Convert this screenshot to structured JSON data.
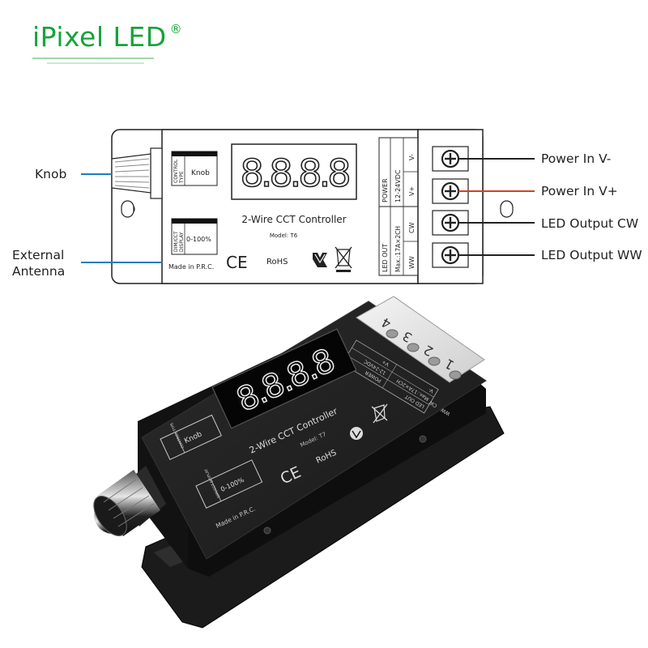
{
  "brand": {
    "name": "iPixel LED",
    "mark": "®",
    "color": "#16a33a"
  },
  "diagram": {
    "knob_label": "Knob",
    "antenna_label_line1": "External",
    "antenna_label_line2": "Antenna",
    "control_type": {
      "line1": "CONTROL",
      "line2": "TYPE",
      "value": "Knob"
    },
    "dim_cct": {
      "line1": "DIM/CCT",
      "line2": "DISPLAY",
      "value": "0-100%"
    },
    "display_digits": "8.8.8.8",
    "product_title": "2-Wire CCT Controller",
    "model": "Model: T6",
    "ce": "CE",
    "rohs": "RoHS",
    "made_in": "Made in P.R.C.",
    "power": {
      "title": "POWER",
      "range": "12-24VDC",
      "v_minus": "V-",
      "v_plus": "V+"
    },
    "led_out": {
      "title": "LED OUT",
      "max": "Max.:17A×2CH",
      "cw": "CW",
      "ww": "WW"
    },
    "terminals": [
      {
        "label": "Power In V-",
        "wire_color": "#222222"
      },
      {
        "label": "Power In V+",
        "wire_color": "#d0431a"
      },
      {
        "label": "LED Output CW",
        "wire_color": "#222222"
      },
      {
        "label": "LED Output WW",
        "wire_color": "#222222"
      }
    ],
    "accent_blue": "#1e7cc4"
  },
  "photo": {
    "product_title": "2-Wire CCT Controller",
    "model": "Model: T7",
    "control_type_value": "Knob",
    "control_type_label": "CONTROL TYPE",
    "dim_value": "0-100%",
    "dim_label": "DIM/CCT DISPLAY",
    "made_in": "Made in P.R.C.",
    "ce": "CE",
    "rohs": "RoHS",
    "display_digits": "8.8.8.8",
    "terminal_numbers": [
      "4",
      "3",
      "2",
      "1"
    ],
    "table_power": "POWER",
    "table_range": "12-24VDC",
    "table_v_minus": "V-",
    "table_v_plus": "V+",
    "table_led_out": "LED OUT",
    "table_max": "Max.:17A×2CH",
    "table_cw": "CW",
    "table_ww": "WW"
  }
}
